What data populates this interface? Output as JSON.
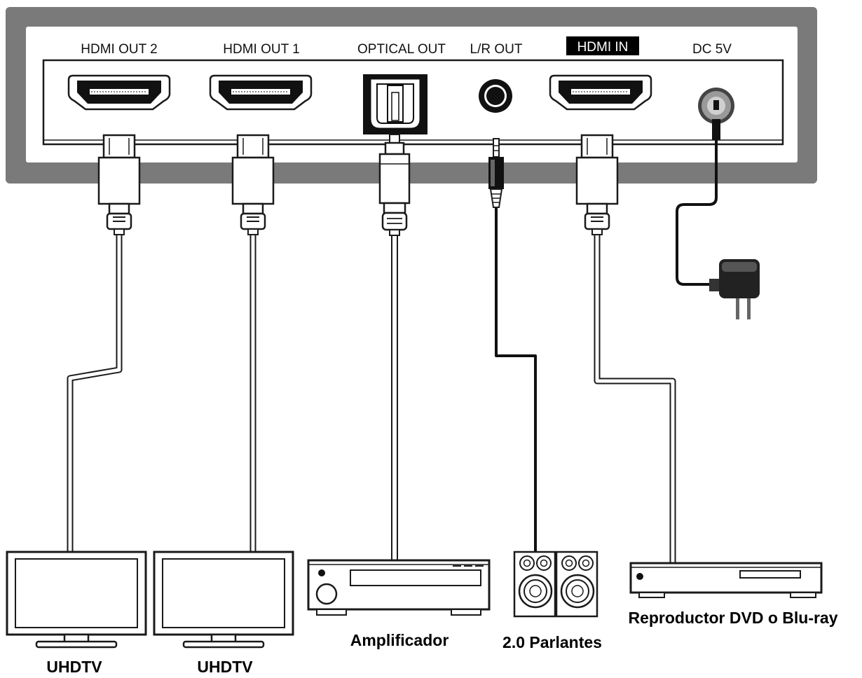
{
  "ports": {
    "hdmi_out_2": "HDMI OUT 2",
    "hdmi_out_1": "HDMI OUT 1",
    "optical_out": "OPTICAL OUT",
    "lr_out": "L/R OUT",
    "hdmi_in": "HDMI IN",
    "dc_5v": "DC 5V"
  },
  "devices": {
    "uhdtv_1": "UHDTV",
    "uhdtv_2": "UHDTV",
    "amplifier": "Amplificador",
    "speakers": "2.0 Parlantes",
    "player": "Reproductor DVD o Blu-ray"
  },
  "colors": {
    "frame": "#7a7a7a",
    "line": "#1a1a1a",
    "cable_fill": "#ffffff",
    "inverted_label_bg": "#000000"
  },
  "icons": [
    "hdmi-port-icon",
    "optical-port-icon",
    "audio-jack-icon",
    "dc-jack-icon",
    "hdmi-plug-icon",
    "optical-plug-icon",
    "audio-plug-icon",
    "power-adapter-icon",
    "tv-icon",
    "amplifier-icon",
    "speaker-icon",
    "disc-player-icon"
  ]
}
